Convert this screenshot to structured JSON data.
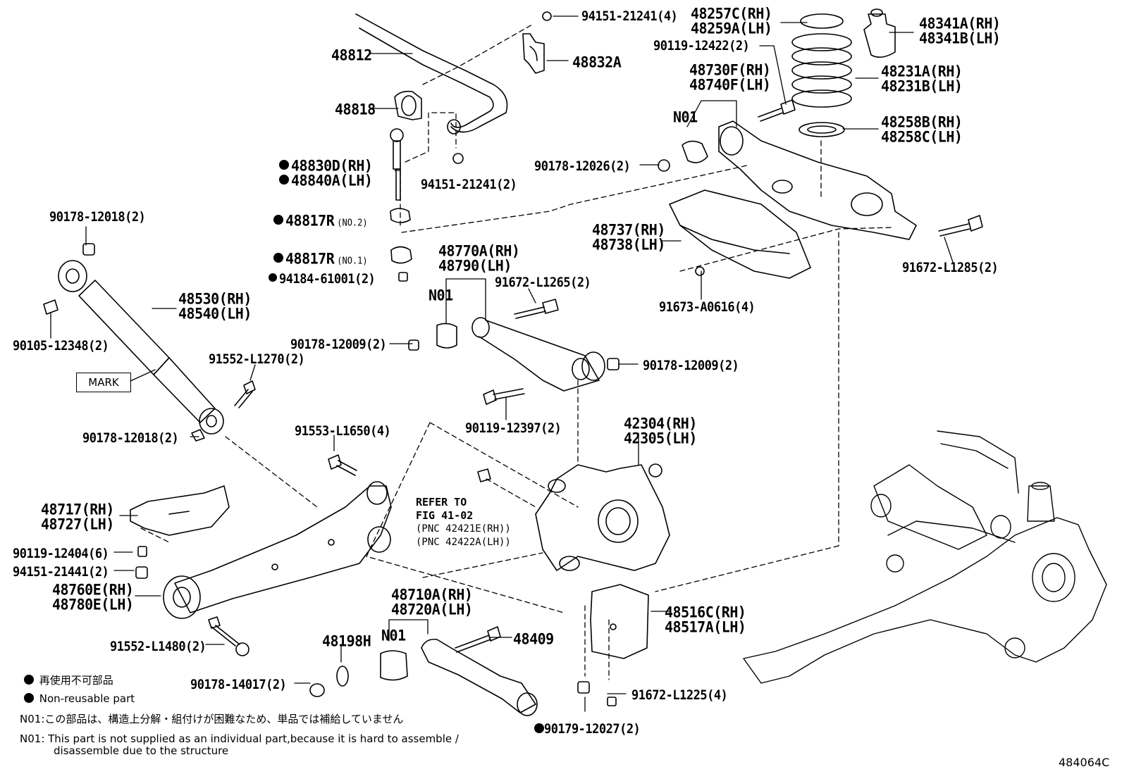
{
  "labels": {
    "p94151_21241_4": "94151-21241(4)",
    "p48257C": "48257C(RH)",
    "p48259A": "48259A(LH)",
    "p48341A": "48341A(RH)",
    "p48341B": "48341B(LH)",
    "p90119_12422": "90119-12422(2)",
    "p48812": "48812",
    "p48832A": "48832A",
    "p48730F": "48730F(RH)",
    "p48740F": "48740F(LH)",
    "p48231A": "48231A(RH)",
    "p48231B": "48231B(LH)",
    "p48818": "48818",
    "p48258B": "48258B(RH)",
    "p48258C": "48258C(LH)",
    "n01_a": "N01",
    "p48830D": "48830D(RH)",
    "p48840A": "48840A(LH)",
    "p90178_12026": "90178-12026(2)",
    "p94151_21241_2": "94151-21241(2)",
    "p90178_12018_top": "90178-12018(2)",
    "p48817R_2": "48817R",
    "p48817R_2_sub": "(NO.2)",
    "p48737": "48737(RH)",
    "p48738": "48738(LH)",
    "p48770A": "48770A(RH)",
    "p48790": "48790(LH)",
    "p48817R_1": "48817R",
    "p48817R_1_sub": "(NO.1)",
    "p91672_L1285": "91672-L1285(2)",
    "p94184_61001": "94184-61001(2)",
    "p91672_L1265": "91672-L1265(2)",
    "n01_b": "N01",
    "p48530": "48530(RH)",
    "p48540": "48540(LH)",
    "p91673_A0616": "91673-A0616(4)",
    "p90178_12009_left": "90178-12009(2)",
    "p90105_12348": "90105-12348(2)",
    "p91552_L1270": "91552-L1270(2)",
    "p90178_12009_right": "90178-12009(2)",
    "mark": "MARK",
    "p90119_12397": "90119-12397(2)",
    "p42304": "42304(RH)",
    "p42305": "42305(LH)",
    "p90178_12018_bot": "90178-12018(2)",
    "p91553_L1650": "91553-L1650(4)",
    "p48717": "48717(RH)",
    "p48727": "48727(LH)",
    "refer_to": "REFER TO",
    "refer_fig": "FIG 41-02",
    "refer_pnc1": "(PNC 42421E(RH))",
    "refer_pnc2": "(PNC 42422A(LH))",
    "p90119_12404": "90119-12404(6)",
    "p94151_21441": "94151-21441(2)",
    "p48760E": "48760E(RH)",
    "p48780E": "48780E(LH)",
    "p48710A": "48710A(RH)",
    "p48720A": "48720A(LH)",
    "p48516C": "48516C(RH)",
    "p48517A": "48517A(LH)",
    "n01_c": "N01",
    "p48198H": "48198H",
    "p48409": "48409",
    "p91552_L1480": "91552-L1480(2)",
    "p90178_14017": "90178-14017(2)",
    "p91672_L1225": "91672-L1225(4)",
    "p90179_12027": "90179-12027(2)"
  },
  "legend": {
    "nonreusable_jp": "再使用不可部品",
    "nonreusable_en": "Non-reusable part"
  },
  "notes": {
    "n01_jp_prefix": "N01",
    "n01_jp": ":この部品は、構造上分解・組付けが困難なため、単品では補給していません",
    "n01_en_prefix": "N01",
    "n01_en_line1": ": This part is not supplied as an individual part,because it is hard to assemble /",
    "n01_en_line2": "disassemble due to the structure"
  },
  "figure_code": "484064C"
}
